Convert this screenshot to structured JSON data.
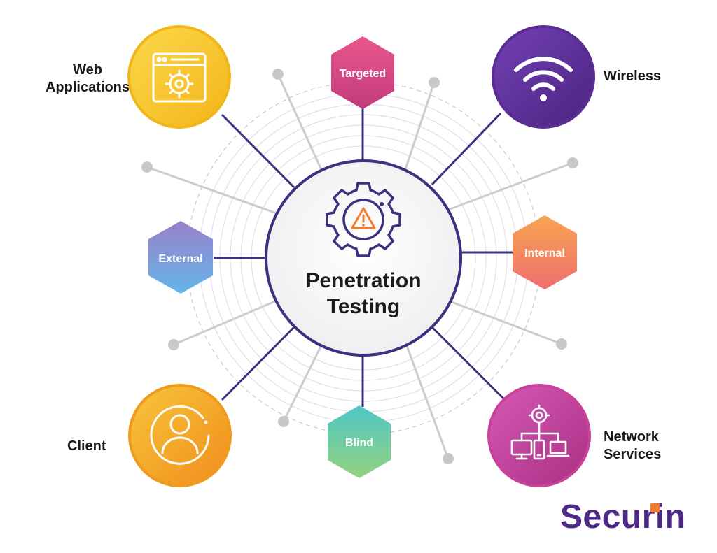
{
  "center": {
    "title_line1": "Penetration",
    "title_line2": "Testing",
    "icon": "gear-warning-icon"
  },
  "hexagons": [
    {
      "label": "Targeted",
      "color_top": "#e9568d",
      "color_bottom": "#c13b7a"
    },
    {
      "label": "Internal",
      "color_top": "#f7a452",
      "color_bottom": "#ef6e6e"
    },
    {
      "label": "Blind",
      "color_top": "#4fc6c4",
      "color_bottom": "#93d27f"
    },
    {
      "label": "External",
      "color_top": "#9a7fcb",
      "color_bottom": "#63b6e8"
    }
  ],
  "circles": [
    {
      "label_line1": "Web",
      "label_line2": "Applications",
      "icon": "browser-gear-icon",
      "color": "#f7c425"
    },
    {
      "label_line1": "Wireless",
      "label_line2": "",
      "icon": "wifi-icon",
      "color": "#5a2d91"
    },
    {
      "label_line1": "Network",
      "label_line2": "Services",
      "icon": "network-devices-icon",
      "color": "#c8419a"
    },
    {
      "label_line1": "Client",
      "label_line2": "",
      "icon": "user-icon",
      "color": "#f5a623"
    }
  ],
  "brand": {
    "name": "Securin",
    "accent": "#f47b2a",
    "color": "#4e2a86"
  },
  "colors": {
    "connector": "#3e2f7f",
    "spoke": "#cfcfcf",
    "ring": "#d9d6ea"
  }
}
